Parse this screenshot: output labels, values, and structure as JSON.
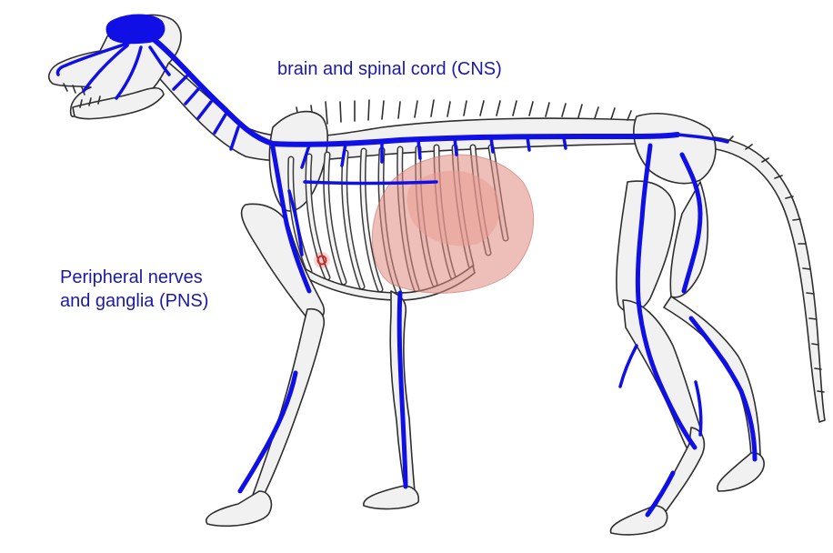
{
  "labels": {
    "cns": "brain and spinal cord (CNS)",
    "pns_line1": "Peripheral nerves",
    "pns_line2": "and ganglia (PNS)"
  },
  "colors": {
    "nerve": "#1010e6",
    "label_text": "#1a1aa6",
    "organ": "#e08a80",
    "bone_fill": "#f1f1f1",
    "bone_outline": "#2e2e2e",
    "marker": "#e0241b"
  }
}
